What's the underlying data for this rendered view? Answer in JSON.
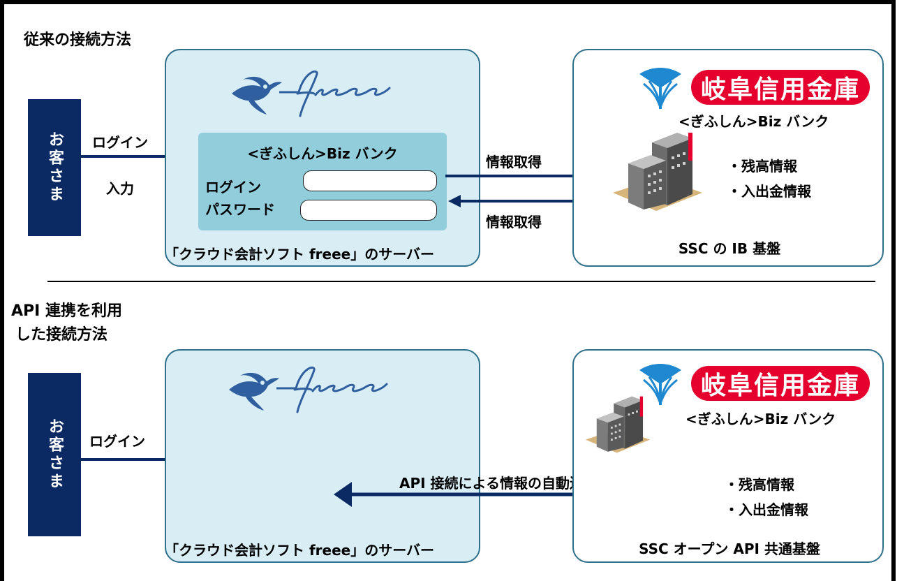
{
  "section1": {
    "title": "従来の接続方法",
    "customer_label": "お客さま",
    "login_arrow_label": "ログイン",
    "input_label": "入力",
    "freee_panel": {
      "brand": "freee",
      "inner_title": "<ぎふしん>Biz バンク",
      "login_label": "ログイン",
      "password_label": "パスワード",
      "caption": "「クラウド会計ソフト freee」のサーバー"
    },
    "arrow_top_label": "情報取得",
    "arrow_bottom_label": "情報取得",
    "bank_panel": {
      "logo": "岐阜信用金庫",
      "service": "<ぎふしん>Biz バンク",
      "info1": "・残高情報",
      "info2": "・入出金情報",
      "caption": "SSC の IB 基盤"
    }
  },
  "section2": {
    "title_line1": "API 連携を利用",
    "title_line2": "した接続方法",
    "customer_label": "お客さま",
    "login_arrow_label": "ログイン",
    "freee_panel": {
      "brand": "freee",
      "caption": "「クラウド会計ソフト freee」のサーバー"
    },
    "api_arrow_label": "API 接続による情報の自動連携",
    "bank_panel": {
      "logo": "岐阜信用金庫",
      "service": "<ぎふしん>Biz バンク",
      "info1": "・残高情報",
      "info2": "・入出金情報",
      "caption": "SSC オープン API 共通基盤"
    }
  },
  "colors": {
    "navy": "#0b2a63",
    "panel_fill": "#d9edf4",
    "panel_border": "#2e6f8a",
    "inner_box": "#92cddc",
    "logo_red": "#e5002d",
    "freee_blue": "#2f5f9e"
  }
}
